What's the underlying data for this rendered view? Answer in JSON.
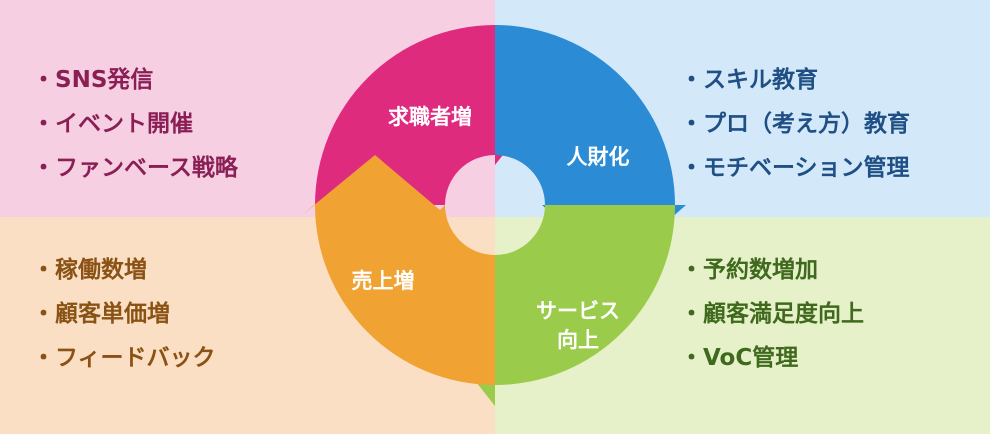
{
  "colors": {
    "bg_top_left": "#f7cfe3",
    "bg_top_right": "#d3e8f8",
    "bg_bottom_left": "#fadfc4",
    "bg_bottom_right": "#e6f0c9",
    "segment_pink": "#df2b7e",
    "segment_blue": "#2b8bd4",
    "segment_green": "#9bcb4a",
    "segment_orange": "#f0a333",
    "text_top_left": "#8a1f55",
    "text_top_right": "#1f4f84",
    "text_bottom_left": "#8a5214",
    "text_bottom_right": "#3f6a1d"
  },
  "cycle": {
    "pink_label": "求職者増",
    "blue_label": "人財化",
    "green_label_line1": "サービス",
    "green_label_line2": "向上",
    "orange_label": "売上増"
  },
  "lists": {
    "top_left": [
      "SNS発信",
      "イベント開催",
      "ファンベース戦略"
    ],
    "top_right": [
      "スキル教育",
      "プロ（考え方）教育",
      "モチベーション管理"
    ],
    "bottom_left": [
      "稼働数増",
      "顧客単価増",
      "フィードバック"
    ],
    "bottom_right": [
      "予約数増加",
      "顧客満足度向上",
      "VoC管理"
    ]
  }
}
